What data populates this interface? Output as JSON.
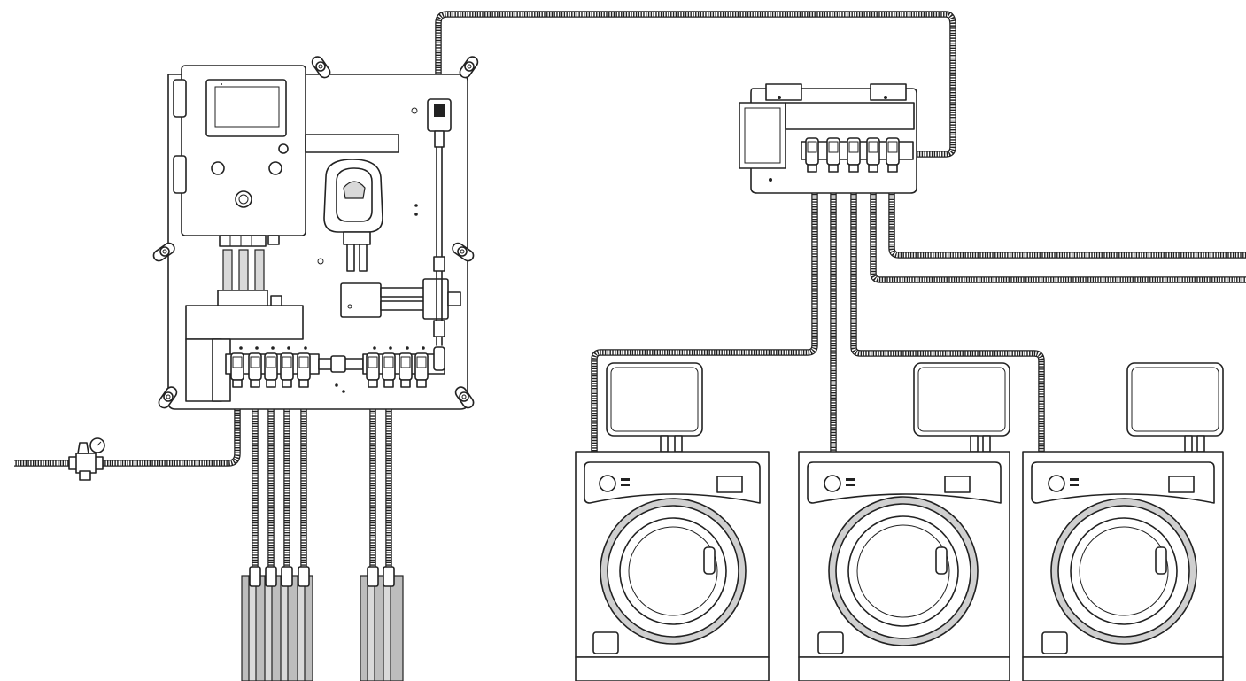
{
  "diagram": {
    "controller_brand_label": "",
    "machines": [
      {
        "id": "washer-1"
      },
      {
        "id": "washer-2"
      },
      {
        "id": "washer-3"
      }
    ],
    "dispenser_outlets": 9,
    "distribution_outlets": 5,
    "colors": {
      "line": "#222222",
      "background": "#ffffff",
      "product_container": "#bdbdbd",
      "door_ring": "#d0d0d0"
    }
  }
}
